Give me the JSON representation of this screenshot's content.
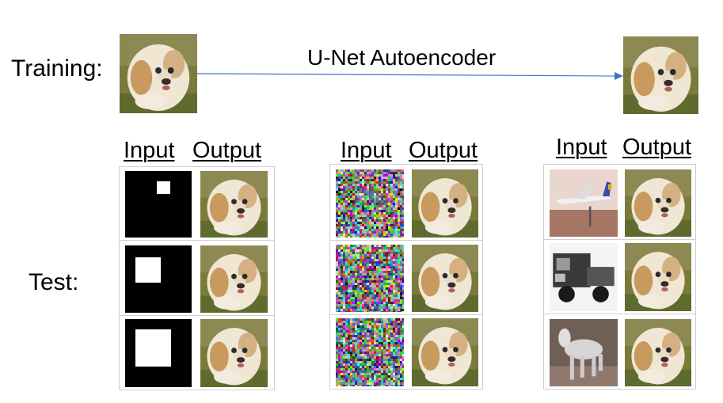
{
  "training": {
    "label": "Training:",
    "arrow_label": "U-Net Autoencoder"
  },
  "test": {
    "label": "Test:",
    "groups": [
      {
        "input_header": "Input",
        "output_header": "Output",
        "input_kind": "masked-square"
      },
      {
        "input_header": "Input",
        "output_header": "Output",
        "input_kind": "random-noise"
      },
      {
        "input_header": "Input",
        "output_header": "Output",
        "input_kind": "other-images"
      }
    ]
  },
  "colors": {
    "arrow": "#4472c4",
    "mask_bg": "#000000",
    "mask_square": "#ffffff"
  }
}
